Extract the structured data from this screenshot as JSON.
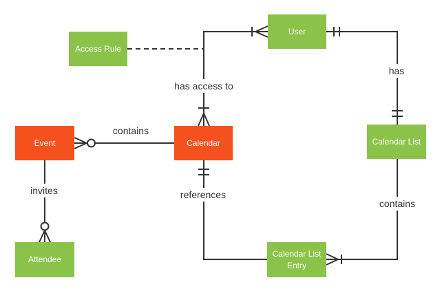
{
  "colors": {
    "entity_orange": "#F4511E",
    "entity_green": "#8BC34A",
    "entity_text": "#FFFFFF",
    "line": "#333333",
    "label_text": "#333333",
    "background": "#FFFFFF"
  },
  "entities": [
    {
      "id": "event",
      "label": "Event",
      "color": "orange"
    },
    {
      "id": "calendar",
      "label": "Calendar",
      "color": "orange"
    },
    {
      "id": "access-rule",
      "label": "Access Rule",
      "color": "green"
    },
    {
      "id": "user",
      "label": "User",
      "color": "green"
    },
    {
      "id": "calendar-list",
      "label": "Calendar List",
      "color": "green"
    },
    {
      "id": "calendar-list-entry",
      "label": "Calendar List Entry",
      "color": "green"
    },
    {
      "id": "attendee",
      "label": "Attendee",
      "color": "green"
    }
  ],
  "relationships": [
    {
      "from": "Event",
      "to": "Calendar",
      "label": "contains",
      "from_end": "zero-or-many",
      "to_end": "plain"
    },
    {
      "from": "Calendar",
      "to": "User",
      "label": "has access to",
      "from_end": "one-or-many",
      "to_end": "one-or-many"
    },
    {
      "from": "Access Rule",
      "to": "Calendar-User line",
      "label": "",
      "style": "dashed"
    },
    {
      "from": "User",
      "to": "Calendar List",
      "label": "has",
      "from_end": "one-and-only-one",
      "to_end": "one-and-only-one"
    },
    {
      "from": "Calendar List",
      "to": "Calendar List Entry",
      "label": "contains",
      "from_end": "plain",
      "to_end": "one-or-many"
    },
    {
      "from": "Calendar",
      "to": "Calendar List Entry",
      "label": "references",
      "from_end": "one-and-only-one",
      "to_end": "plain"
    },
    {
      "from": "Event",
      "to": "Attendee",
      "label": "invites",
      "from_end": "plain",
      "to_end": "zero-or-many"
    }
  ]
}
